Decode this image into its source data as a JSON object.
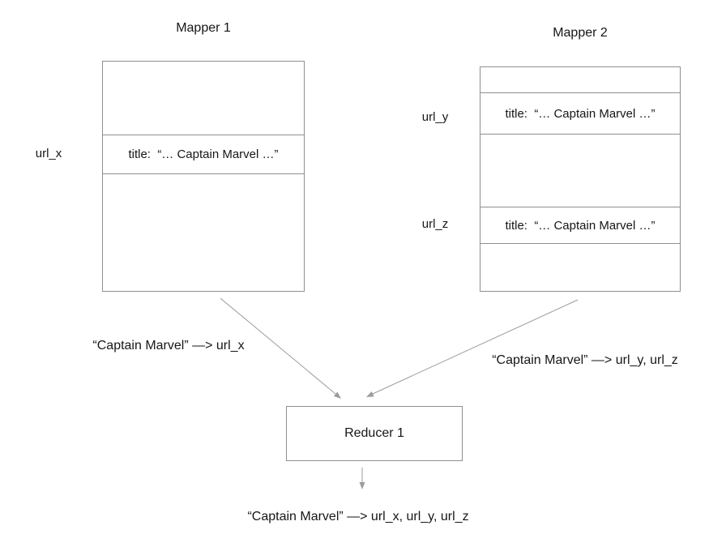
{
  "colors": {
    "box_border": "#8f8f8f",
    "arrow": "#9b9b9b",
    "text": "#161616",
    "background": "#ffffff"
  },
  "mapper1": {
    "title": "Mapper 1",
    "record": {
      "label": "url_x",
      "text": "title:  “… Captain Marvel …”"
    }
  },
  "mapper2": {
    "title": "Mapper 2",
    "records": [
      {
        "label": "url_y",
        "text": "title:  “… Captain Marvel …”"
      },
      {
        "label": "url_z",
        "text": "title:  “… Captain Marvel …”"
      }
    ]
  },
  "reducer": {
    "title": "Reducer 1"
  },
  "emissions": {
    "mapper1_output": "“Captain Marvel” —> url_x",
    "mapper2_output": "“Captain Marvel” —> url_y, url_z",
    "reducer_output": "“Captain Marvel” —> url_x, url_y, url_z"
  }
}
